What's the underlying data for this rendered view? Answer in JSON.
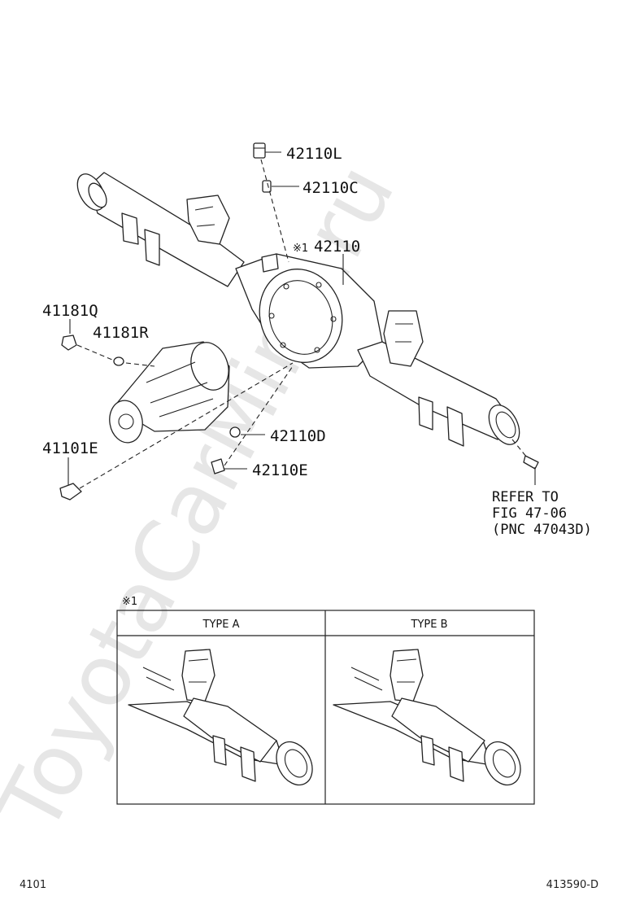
{
  "watermark": "ToyotaCarMine.ru",
  "parts": {
    "p42110L": "42110L",
    "p42110C": "42110C",
    "p42110_mark": "※1",
    "p42110": "42110",
    "p41181Q": "41181Q",
    "p41181R": "41181R",
    "p41101E": "41101E",
    "p42110D": "42110D",
    "p42110E": "42110E"
  },
  "reference": {
    "line1": "REFER TO",
    "line2": "FIG 47-06",
    "line3": "(PNC 47043D)"
  },
  "inset": {
    "mark": "※1",
    "type_a": "TYPE A",
    "type_b": "TYPE B"
  },
  "footer": {
    "left": "4101",
    "right": "413590-D"
  }
}
